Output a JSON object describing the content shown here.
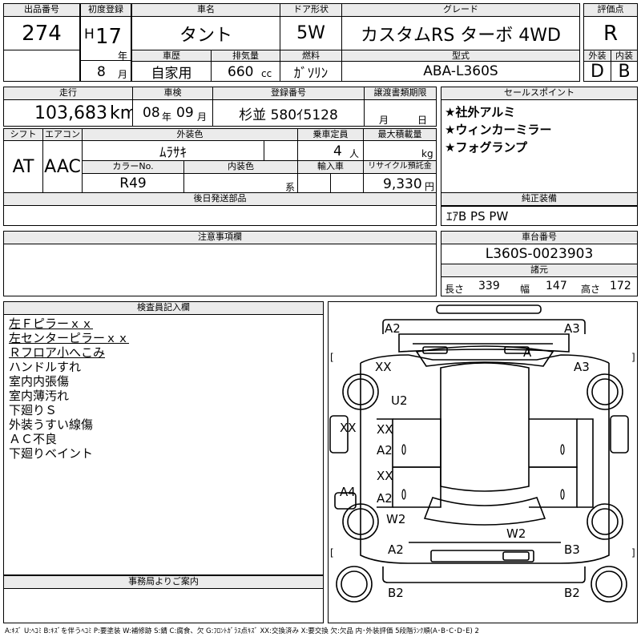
{
  "header": {
    "lot_no_label": "出品番号",
    "lot_no": "274",
    "first_reg_label": "初度登録",
    "era": "H",
    "year": "17",
    "year_unit": "年",
    "month": "8",
    "month_unit": "月",
    "car_name_label": "車名",
    "car_name": "タント",
    "door_label": "ドア形状",
    "door": "5W",
    "grade_label": "グレード",
    "grade": "カスタムRS ターボ 4WD",
    "score_label": "評価点",
    "score": "R",
    "history_label": "車歴",
    "history": "自家用",
    "displacement_label": "排気量",
    "displacement": "660",
    "displacement_unit": "cc",
    "fuel_label": "燃料",
    "fuel": "ｶﾞｿﾘﾝ",
    "model_label": "型式",
    "model": "ABA-L360S",
    "exterior_label": "外装",
    "exterior_score": "D",
    "interior_label": "内装",
    "interior_score": "B"
  },
  "row2": {
    "mileage_label": "走行",
    "mileage": "103,683",
    "mileage_unit": "km",
    "inspection_label": "車検",
    "inspection_year": "08",
    "inspection_year_unit": "年",
    "inspection_month": "09",
    "inspection_month_unit": "月",
    "plate_label": "登録番号",
    "plate": "杉並 580ｲ5128",
    "transfer_label": "譲渡書類期限",
    "transfer_month_unit": "月",
    "transfer_day_unit": "日",
    "sales_label": "セールスポイント",
    "sales_points": [
      "★社外アルミ",
      "★ウィンカーミラー",
      "★フォグランプ"
    ]
  },
  "row3": {
    "shift_label": "シフト",
    "shift": "AT",
    "ac_label": "エアコン",
    "ac": "AAC",
    "color_label": "外装色",
    "color": "ﾑﾗｻｷ",
    "capacity_label": "乗車定員",
    "capacity": "4",
    "capacity_unit": "人",
    "load_label": "最大積載量",
    "load_unit": "kg",
    "color_no_label": "カラーNo.",
    "color_no": "R49",
    "interior_color_label": "内装色",
    "interior_color_unit": "系",
    "import_label": "輸入車",
    "recycle_label": "リサイクル預託金",
    "recycle": "9,330",
    "recycle_unit": "円"
  },
  "later_parts_label": "後日発送部品",
  "genuine_label": "純正装備",
  "genuine": "ｴｱB PS PW",
  "notes_label": "注意事項欄",
  "chassis_label": "車台番号",
  "chassis": "L360S-0023903",
  "specs_label": "諸元",
  "specs": {
    "length_label": "長さ",
    "length": "339",
    "width_label": "幅",
    "width": "147",
    "height_label": "高さ",
    "height": "172"
  },
  "inspector_label": "検査員記入欄",
  "inspector_notes": [
    "左Ｆピラーｘｘ",
    "左センターピラーｘｘ",
    "Ｒフロア小へこみ",
    "ハンドルすれ",
    "室内内張傷",
    "室内薄汚れ",
    "下廻りＳ",
    "外装うすい線傷",
    "ＡＣ不良",
    "下廻りベイント"
  ],
  "office_label": "事務局よりご案内",
  "diagram_marks": {
    "m1": "A2",
    "m2": "A3",
    "m3": "A",
    "m4": "XX",
    "m5": "A3",
    "m6": "U2",
    "m7": "XX",
    "m8": "XX",
    "m9": "A2",
    "m10": "XX",
    "m11": "A2",
    "m12": "A4",
    "m13": "W2",
    "m14": "W2",
    "m15": "A2",
    "m16": "B3",
    "m17": "B2",
    "m18": "B2",
    "b1": "[",
    "b2": "]",
    "b3": "[",
    "b4": "]"
  },
  "legend": "A:ｷｽﾞ U:ﾍｺﾐ B:ｷｽﾞを伴うﾍｺﾐ P:要塗装 W:補修跡 S:錆 C:腐食、欠 G:ﾌﾛﾝﾄｶﾞﾗｽ点ｷｽﾞ XX:交換済み X:要交換 欠:欠品 内･外装評価 5段階ﾗﾝｸ順(A･B･C･D･E) 2"
}
